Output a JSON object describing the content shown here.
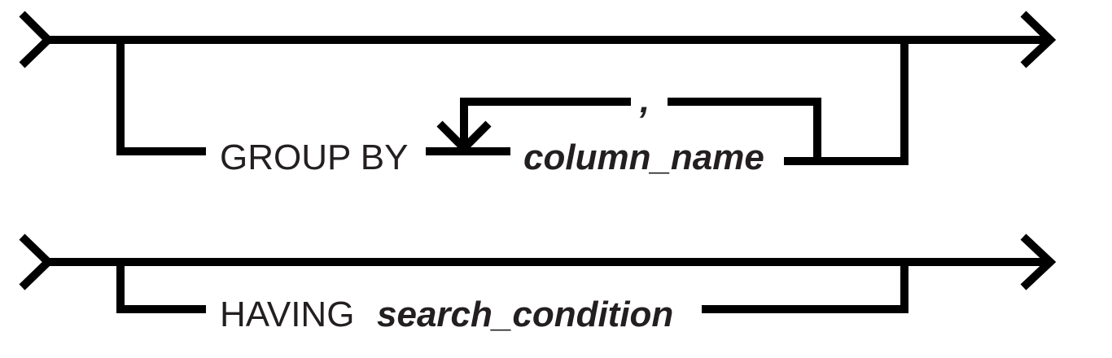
{
  "diagram": {
    "group_by": {
      "keyword": "GROUP BY",
      "parameter": "column_name",
      "separator": ","
    },
    "having": {
      "keyword": "HAVING",
      "parameter": "search_condition"
    }
  },
  "colors": {
    "line": "#000000",
    "text": "#231f20"
  },
  "icons": [
    "start-arrow-icon",
    "end-arrow-icon",
    "loop-back-arrow-icon"
  ]
}
